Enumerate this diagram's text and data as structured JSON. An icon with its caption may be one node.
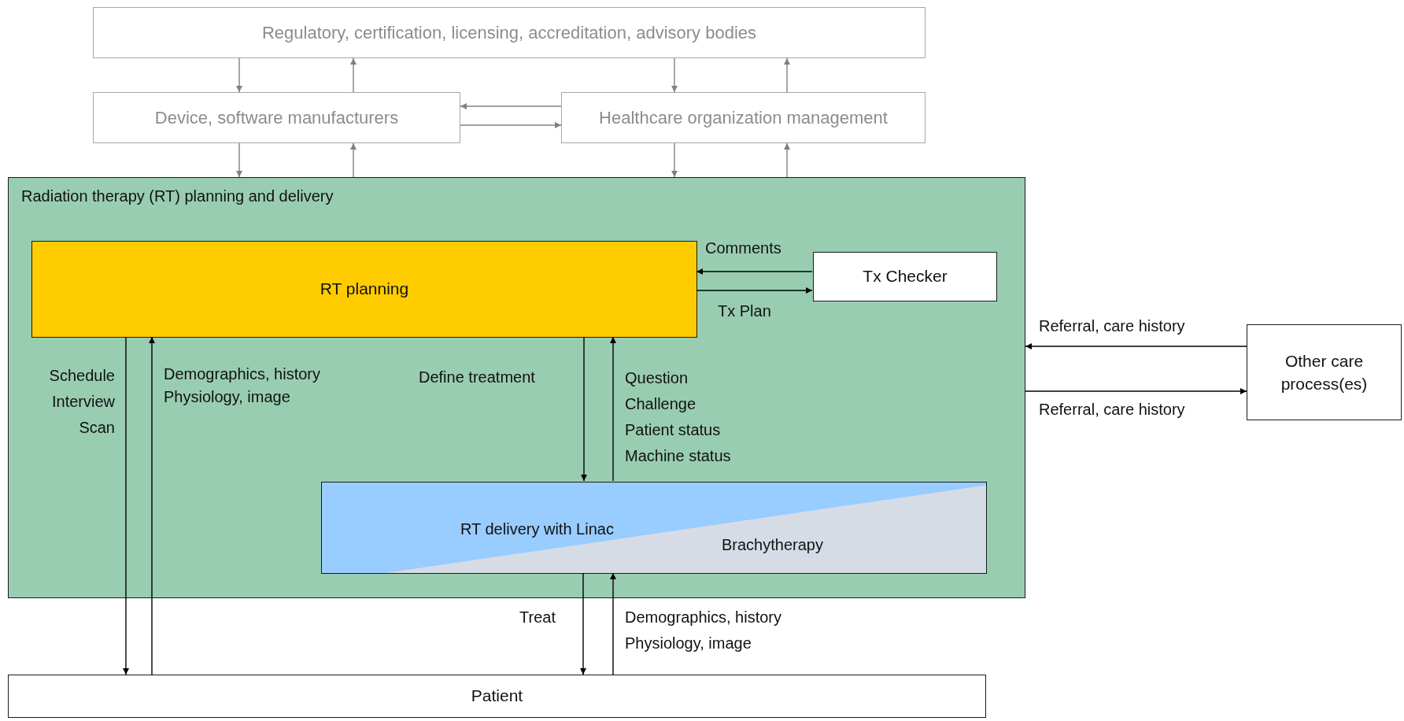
{
  "diagram": {
    "nodes": [
      {
        "text": [
          "Regulatory, certification, licensing, accreditation, advisory bodies"
        ]
      },
      {
        "text": [
          "Device, software manufacturers"
        ]
      },
      {
        "text": [
          "Healthcare organization management"
        ]
      },
      {
        "text": [
          "Radiation therapy (RT) planning and delivery"
        ]
      },
      {
        "text": [
          "RT planning"
        ],
        "in": 3
      },
      {
        "text": [
          "Tx Checker"
        ],
        "in": 3
      },
      {
        "text": [
          "RT delivery with Linac",
          "Brachytherapy"
        ],
        "in": 3
      },
      {
        "text": [
          "Other care process(es)"
        ]
      },
      {
        "text": [
          "Patient"
        ]
      }
    ],
    "edges": [
      {
        "from": 0,
        "to": 1,
        "arrow": "to",
        "color": "#808080"
      },
      {
        "from": 1,
        "to": 0,
        "arrow": "to",
        "color": "#808080"
      },
      {
        "from": 0,
        "to": 2,
        "arrow": "to",
        "color": "#808080"
      },
      {
        "from": 2,
        "to": 0,
        "arrow": "to",
        "color": "#808080"
      },
      {
        "from": 2,
        "to": 1,
        "arrow": "to",
        "color": "#808080"
      },
      {
        "from": 1,
        "to": 2,
        "arrow": "to",
        "color": "#808080"
      },
      {
        "from": 1,
        "to": 3,
        "arrow": "to",
        "color": "#808080"
      },
      {
        "from": 3,
        "to": 1,
        "arrow": "to",
        "color": "#808080"
      },
      {
        "from": 2,
        "to": 3,
        "arrow": "to",
        "color": "#808080"
      },
      {
        "from": 3,
        "to": 2,
        "arrow": "to",
        "color": "#808080"
      },
      {
        "from": 5,
        "to": 4,
        "arrow": "to",
        "label": "Comments",
        "color": "#000000"
      },
      {
        "from": 4,
        "to": 5,
        "arrow": "to",
        "label": "Tx Plan",
        "color": "#000000"
      },
      {
        "from": 7,
        "to": 3,
        "arrow": "to",
        "label": "Referral, care history",
        "color": "#000000"
      },
      {
        "from": 3,
        "to": 7,
        "arrow": "to",
        "label": "Referral, care history",
        "color": "#000000"
      },
      {
        "from": 4,
        "to": 8,
        "arrow": "to",
        "label": "Schedule Interview Scan",
        "color": "#000000"
      },
      {
        "from": 8,
        "to": 4,
        "arrow": "to",
        "label": "Demographics, history Physiology, image",
        "color": "#000000"
      },
      {
        "from": 4,
        "to": 6,
        "arrow": "to",
        "label": "Define treatment",
        "color": "#000000"
      },
      {
        "from": 6,
        "to": 4,
        "arrow": "to",
        "label": "Question Challenge Patient status Machine status",
        "color": "#000000"
      },
      {
        "from": 6,
        "to": 8,
        "arrow": "to",
        "label": "Treat",
        "color": "#000000"
      },
      {
        "from": 8,
        "to": 6,
        "arrow": "to",
        "label": "Demographics, history Physiology, image",
        "color": "#000000"
      }
    ]
  }
}
